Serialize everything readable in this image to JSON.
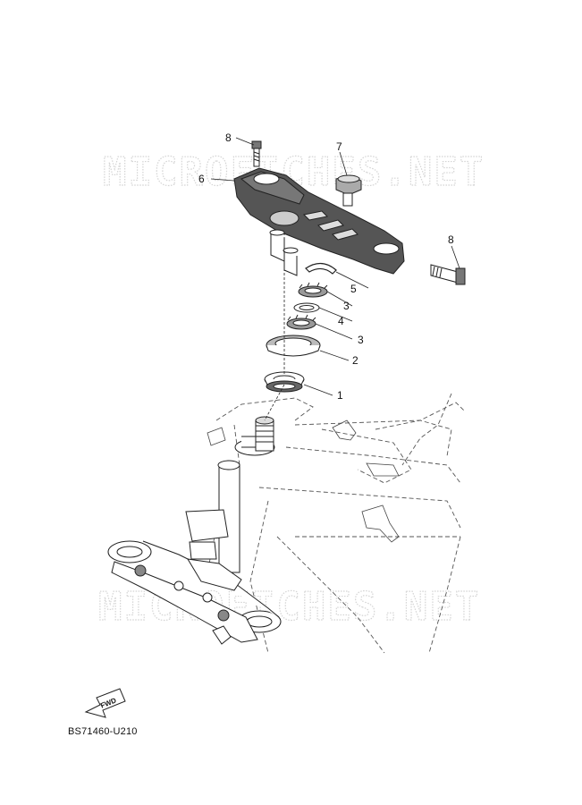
{
  "watermark": "MICROFICHES.NET",
  "drawing_code": "BS71460-U210",
  "fwd_label": "FWD",
  "callouts": [
    {
      "id": "c8a",
      "text": "8"
    },
    {
      "id": "c6",
      "text": "6"
    },
    {
      "id": "c7",
      "text": "7"
    },
    {
      "id": "c8b",
      "text": "8"
    },
    {
      "id": "c5",
      "text": "5"
    },
    {
      "id": "c3a",
      "text": "3"
    },
    {
      "id": "c4",
      "text": "4"
    },
    {
      "id": "c3b",
      "text": "3"
    },
    {
      "id": "c2",
      "text": "2"
    },
    {
      "id": "c1",
      "text": "1"
    }
  ]
}
